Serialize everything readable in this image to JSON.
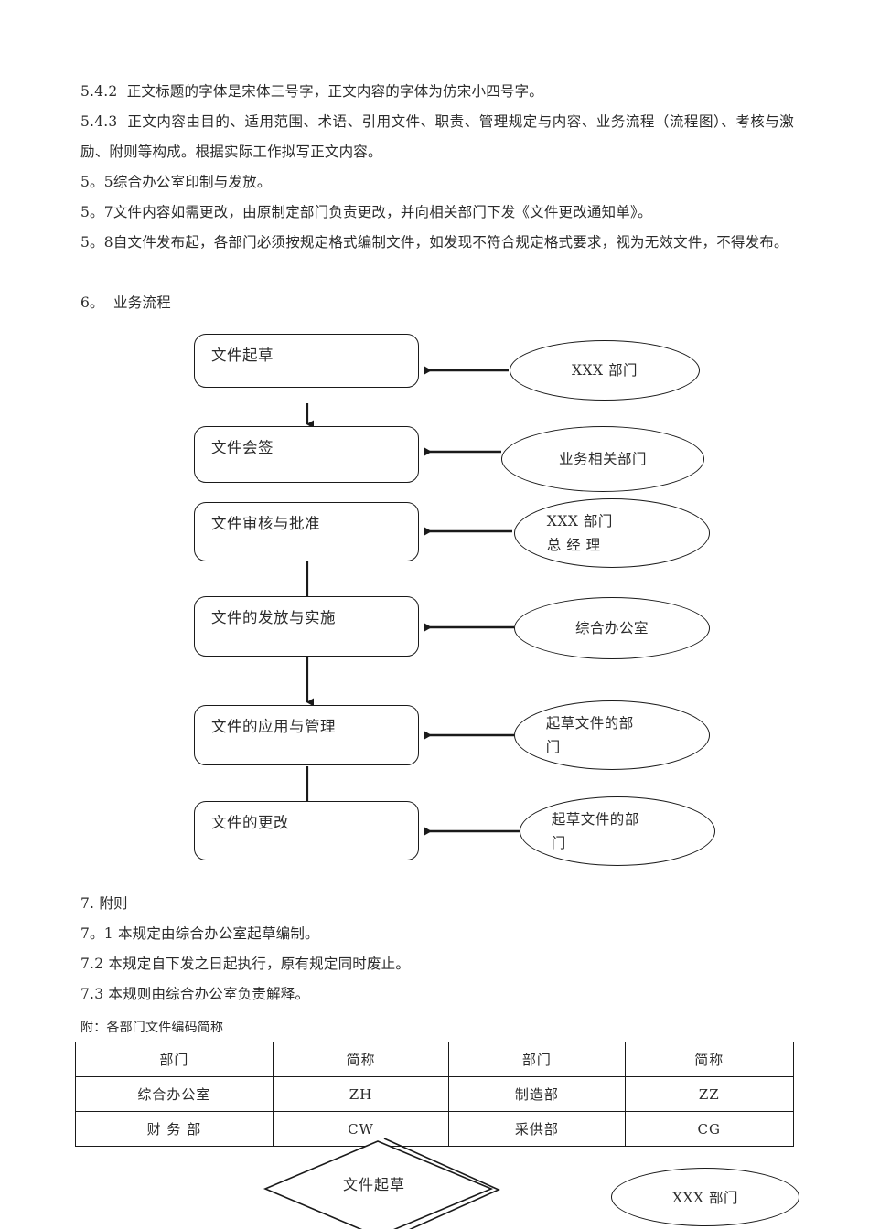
{
  "document": {
    "paragraphs_top": [
      "5.4.2  正文标题的字体是宋体三号字，正文内容的字体为仿宋小四号字。",
      "5.4.3  正文内容由目的、适用范围、术语、引用文件、职责、管理规定与内容、业务流程（流程图）、考核与激励、附则等构成。根据实际工作拟写正文内容。",
      "5。5综合办公室印制与发放。",
      "5。7文件内容如需更改，由原制定部门负责更改，并向相关部门下发《文件更改通知单》。",
      "5。8自文件发布起，各部门必须按规定格式编制文件，如发现不符合规定格式要求，视为无效文件，不得发布。"
    ],
    "section_heading": "6。  业务流程",
    "paragraphs_bottom": [
      "7. 附则",
      "7。1 本规定由综合办公室起草编制。",
      "7.2 本规定自下发之日起执行，原有规定同时废止。",
      "7.3 本规则由综合办公室负责解释。"
    ],
    "appendix_label": "附：各部门文件编码简称"
  },
  "flowchart": {
    "steps": [
      {
        "label": "文件起草",
        "actor": "XXX 部门",
        "actor_lines": [
          "XXX 部门"
        ]
      },
      {
        "label": "文件会签",
        "actor": "业务相关部门",
        "actor_lines": [
          "业务相关部门"
        ]
      },
      {
        "label": "文件审核与批准",
        "actor": "XXX 部门 总 经 理",
        "actor_lines": [
          "XXX 部门",
          "总 经 理"
        ]
      },
      {
        "label": "文件的发放与实施",
        "actor": "综合办公室",
        "actor_lines": [
          "综合办公室"
        ]
      },
      {
        "label": "文件的应用与管理",
        "actor": "起草文件的部门",
        "actor_lines": [
          "起草文件的部",
          "门"
        ]
      },
      {
        "label": "文件的更改",
        "actor": "起草文件的部门",
        "actor_lines": [
          "起草文件的部",
          "门"
        ]
      }
    ]
  },
  "table": {
    "headers": [
      "部门",
      "简称",
      "部门",
      "简称"
    ],
    "rows": [
      [
        "综合办公室",
        "ZH",
        "制造部",
        "ZZ"
      ],
      [
        "财  务  部",
        "CW",
        "采供部",
        "CG"
      ]
    ]
  },
  "bottom_shapes": {
    "diamond_label": "文件起草",
    "ellipse_label": "XXX 部门"
  },
  "colors": {
    "ink": "#2b2b2b",
    "stroke": "#1a1a1a",
    "paper": "#ffffff"
  }
}
